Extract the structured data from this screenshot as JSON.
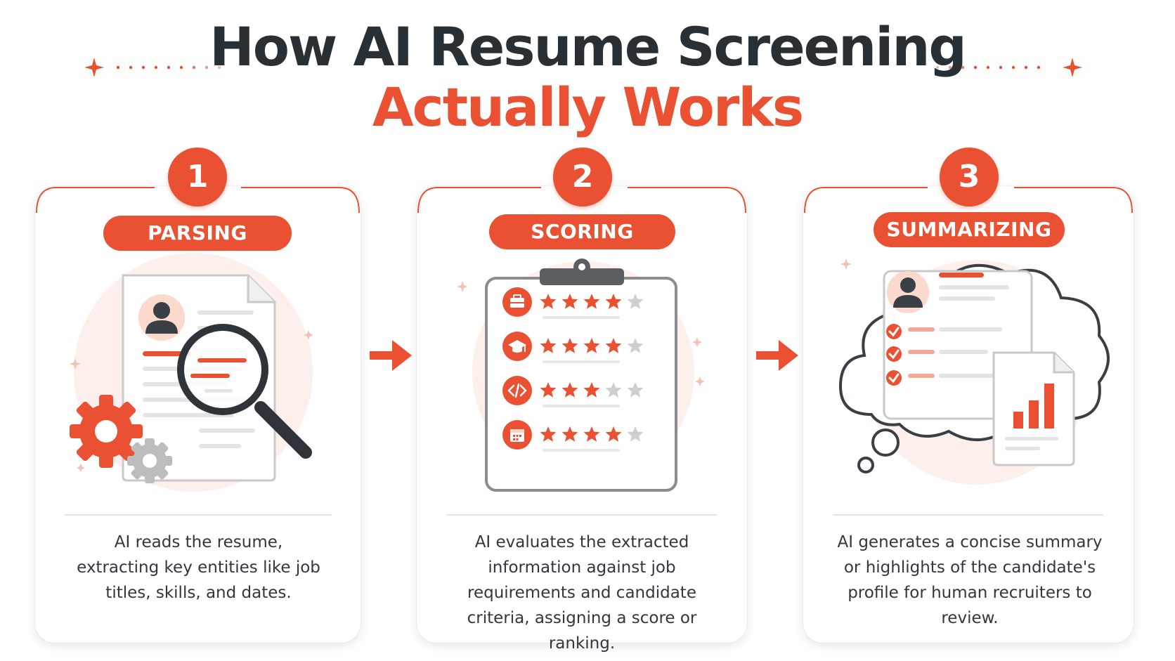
{
  "title": {
    "line1": "How AI Resume Screening",
    "line2": "Actually Works"
  },
  "colors": {
    "accent": "#ea5132",
    "dark": "#283036",
    "gray": "#bdbdbd",
    "lightAccent": "#fcebe6"
  },
  "steps": [
    {
      "number": "1",
      "label": "PARSING",
      "icon": "magnifier-resume-icon",
      "description": "AI reads the resume, extracting key entities like job titles, skills, and dates."
    },
    {
      "number": "2",
      "label": "SCORING",
      "icon": "clipboard-rating-icon",
      "description": "AI evaluates the extracted information against job requirements and candidate criteria, assigning a score or ranking.",
      "ratings": [
        {
          "icon": "briefcase-icon",
          "stars": 4
        },
        {
          "icon": "graduation-cap-icon",
          "stars": 4
        },
        {
          "icon": "code-icon",
          "stars": 3
        },
        {
          "icon": "calendar-icon",
          "stars": 4
        }
      ],
      "max_stars": 5
    },
    {
      "number": "3",
      "label": "SUMMARIZING",
      "icon": "thought-cloud-summary-icon",
      "description": "AI generates a concise summary or highlights of the candidate's profile for human recruiters to review."
    }
  ]
}
